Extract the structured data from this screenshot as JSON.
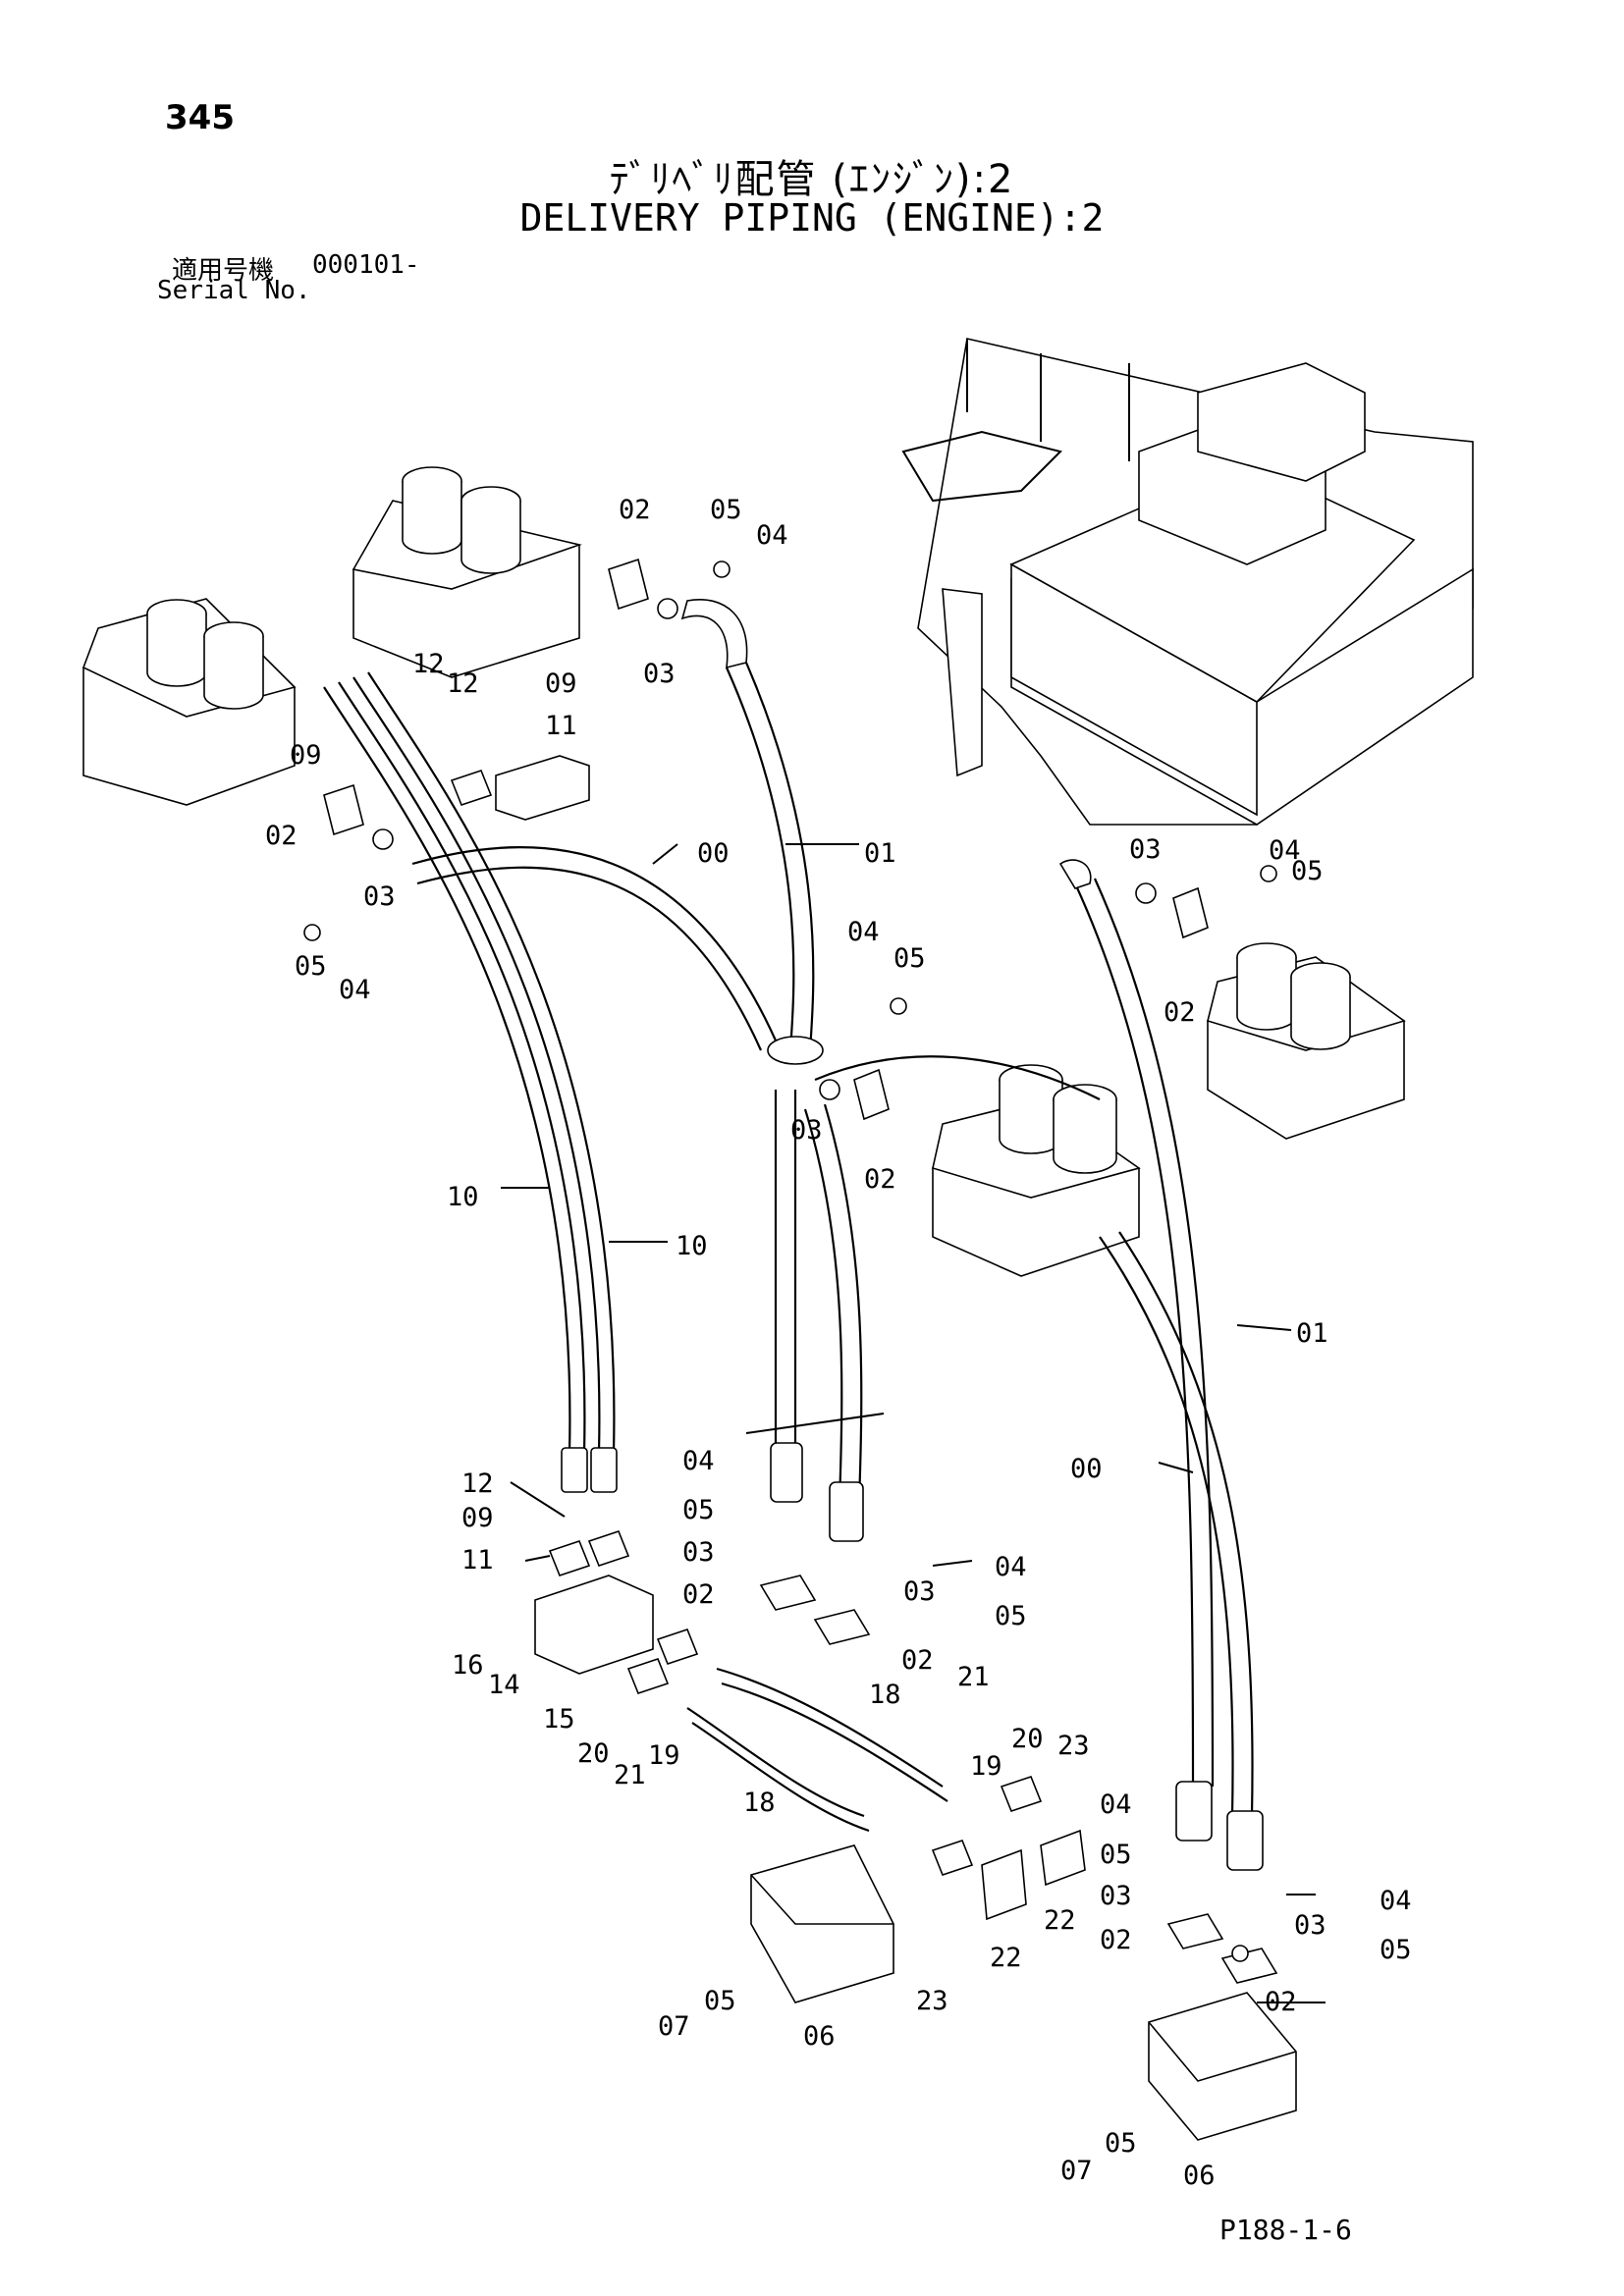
{
  "header": {
    "page_number": "345",
    "title_jp": "ﾃﾞﾘﾍﾞﾘ配管 (ｴﾝｼﾞﾝ):2",
    "title_en": "DELIVERY PIPING (ENGINE):2",
    "serial_label_jp": "適用号機",
    "serial_value": "000101-",
    "serial_label_en": "Serial No."
  },
  "footer": {
    "code": "P188-1-6"
  },
  "callouts": [
    "02",
    "05",
    "04",
    "03",
    "12",
    "12",
    "09",
    "11",
    "09",
    "02",
    "03",
    "05",
    "04",
    "00",
    "01",
    "04",
    "05",
    "03",
    "02",
    "10",
    "10",
    "03",
    "04",
    "05",
    "02",
    "01",
    "00",
    "12",
    "09",
    "11",
    "16",
    "14",
    "15",
    "20",
    "21",
    "19",
    "18",
    "04",
    "05",
    "03",
    "02",
    "03",
    "04",
    "05",
    "02",
    "21",
    "18",
    "19",
    "20",
    "23",
    "22",
    "22",
    "23",
    "07",
    "05",
    "06",
    "04",
    "05",
    "03",
    "02",
    "04",
    "03",
    "05",
    "02",
    "07",
    "05",
    "06"
  ]
}
